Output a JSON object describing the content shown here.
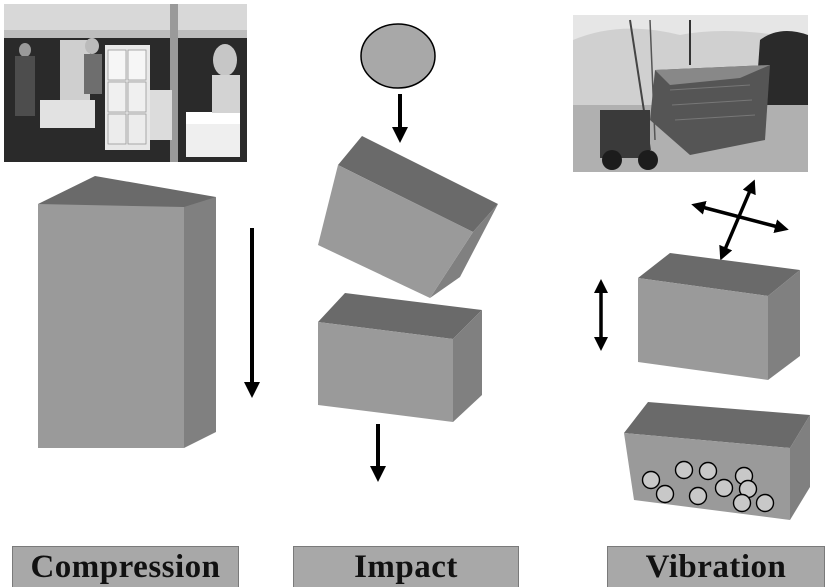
{
  "labels": {
    "compression": "Compression",
    "impact": "Impact",
    "vibration": "Vibration"
  },
  "colors": {
    "box_top": "#6a6a6a",
    "box_front": "#9a9a9a",
    "box_side": "#808080",
    "label_bg": "#a8a8a8",
    "arrow": "#000000"
  }
}
